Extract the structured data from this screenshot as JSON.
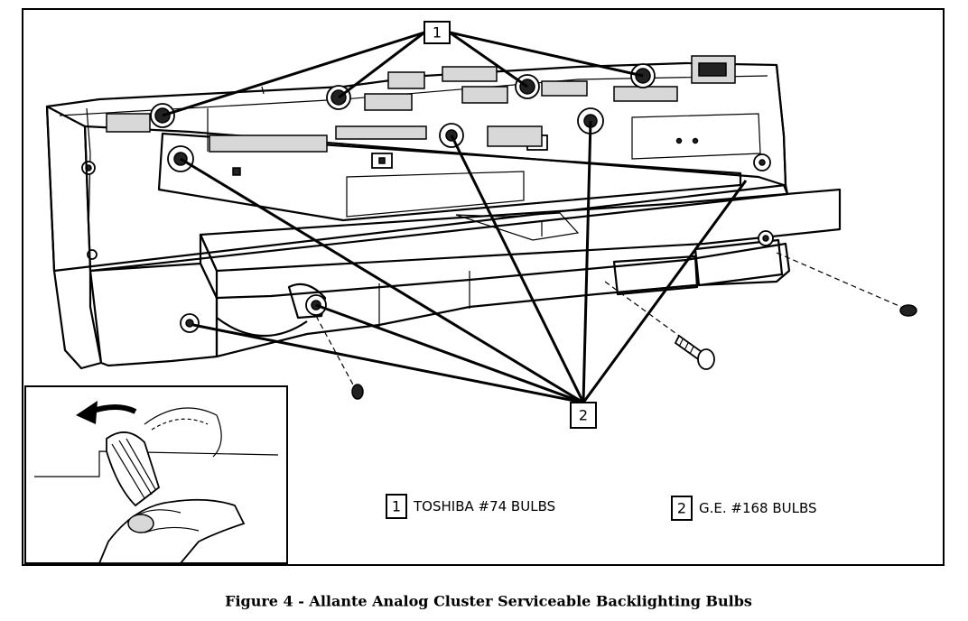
{
  "callouts": {
    "one": "1",
    "two": "2"
  },
  "legend": [
    {
      "number": "1",
      "text": "TOSHIBA #74 BULBS"
    },
    {
      "number": "2",
      "text": "G.E. #168 BULBS"
    }
  ],
  "caption": "Figure 4 - Allante Analog Cluster Serviceable Backlighting Bulbs"
}
